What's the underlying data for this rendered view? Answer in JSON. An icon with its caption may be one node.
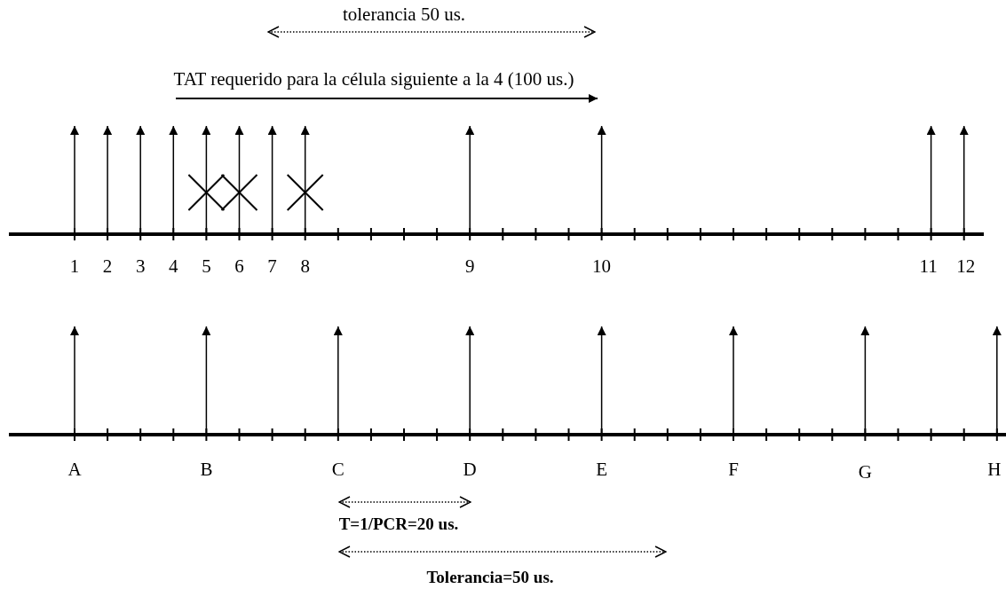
{
  "diagram": {
    "labels": [
      "tolerancia 50 us.",
      "TAT requerido para la célula siguiente a la 4 (100 us.)",
      "1",
      "2",
      "3",
      "4",
      "5",
      "6",
      "7",
      "8",
      "9",
      "10",
      "11",
      "12",
      "A",
      "B",
      "C",
      "D",
      "E",
      "F",
      "G",
      "H",
      "T=1/PCR=20 us.",
      "Tolerancia=50 us."
    ]
  }
}
